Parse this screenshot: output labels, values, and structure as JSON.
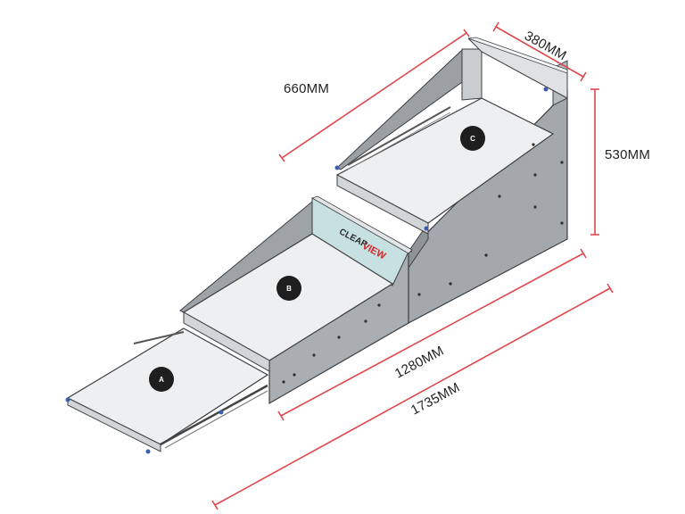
{
  "dimensions": {
    "width": "380MM",
    "tray_depth": "660MM",
    "height": "530MM",
    "closed_length": "1280MM",
    "extended_length": "1735MM"
  },
  "markers": {
    "a": "A",
    "b": "B",
    "c": "C"
  },
  "logo": {
    "text": "CLEARVIEW"
  },
  "colors": {
    "dimension_line": "#e0474c",
    "cabinet": "#a9aeb2",
    "tray": "#eeeff0",
    "marker": "#1e1e1e"
  }
}
